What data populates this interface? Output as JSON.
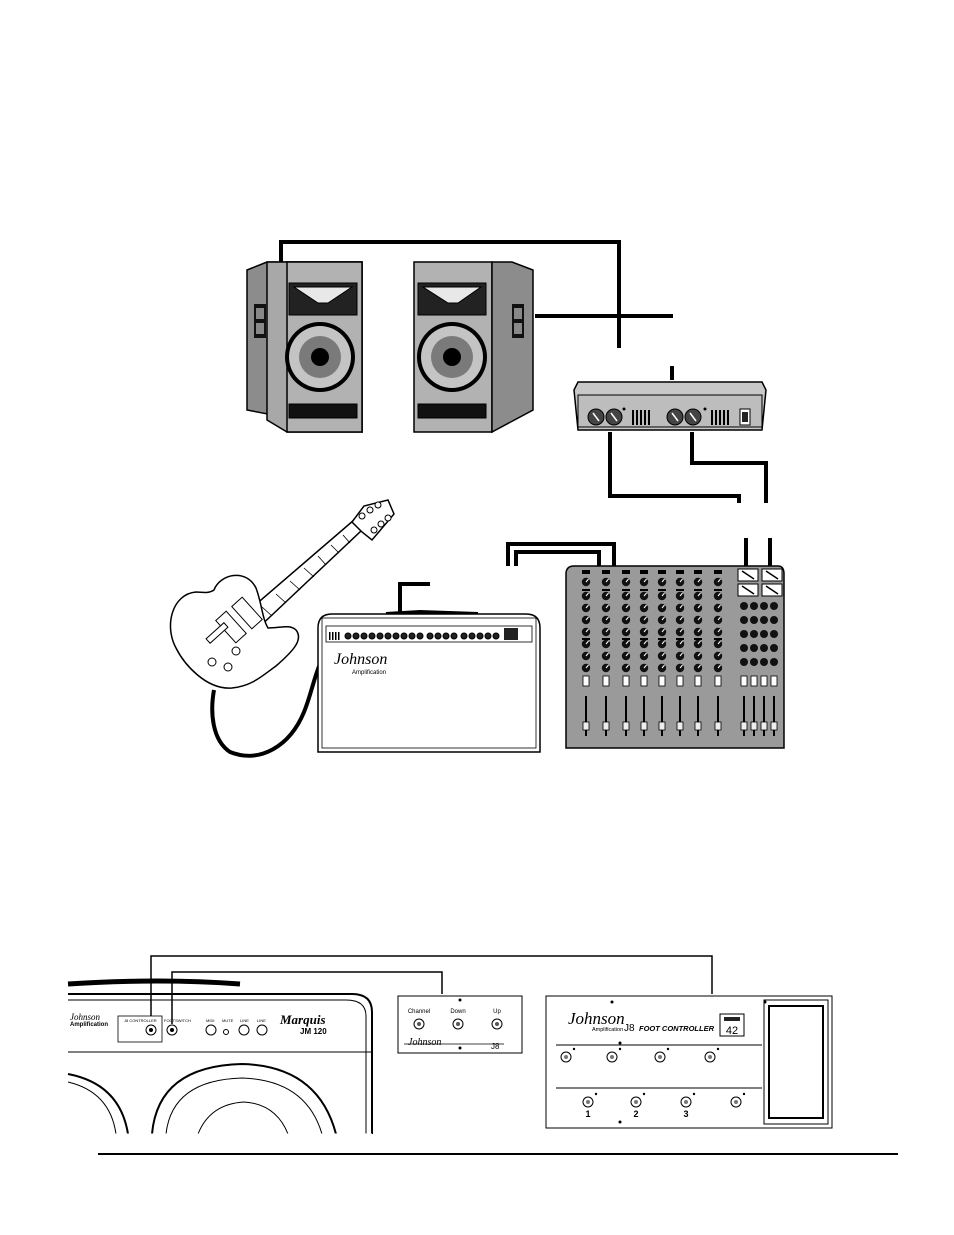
{
  "diagram": {
    "colors": {
      "ink": "#000000",
      "cabinet": "#a8a8a8",
      "cabinet_side": "#8c8c8c",
      "mixer": "#9a9a9a",
      "paper": "#ffffff"
    },
    "live_setup": {
      "amp_brand_logo": "Johnson",
      "amp_brand_sub": "Amplification"
    },
    "footswitch": {
      "labels": [
        "Channel",
        "Down",
        "Up"
      ],
      "badge": "J8"
    },
    "foot_controller": {
      "brand_logo": "Johnson",
      "brand_sub": "Amplification",
      "badge": "J8",
      "title": "FOOT CONTROLLER",
      "display": "42",
      "bottom_buttons": [
        "1",
        "2",
        "3"
      ]
    },
    "amp_front": {
      "brand_top": "Johnson",
      "brand_sub": "Amplification",
      "model": "Marquis",
      "model_sub": "JM 120",
      "panel_labels": [
        "J8 CONTROLLER",
        "FOOTSWITCH",
        "MIDI",
        "MUTE",
        "LINE",
        "LINE"
      ]
    }
  }
}
